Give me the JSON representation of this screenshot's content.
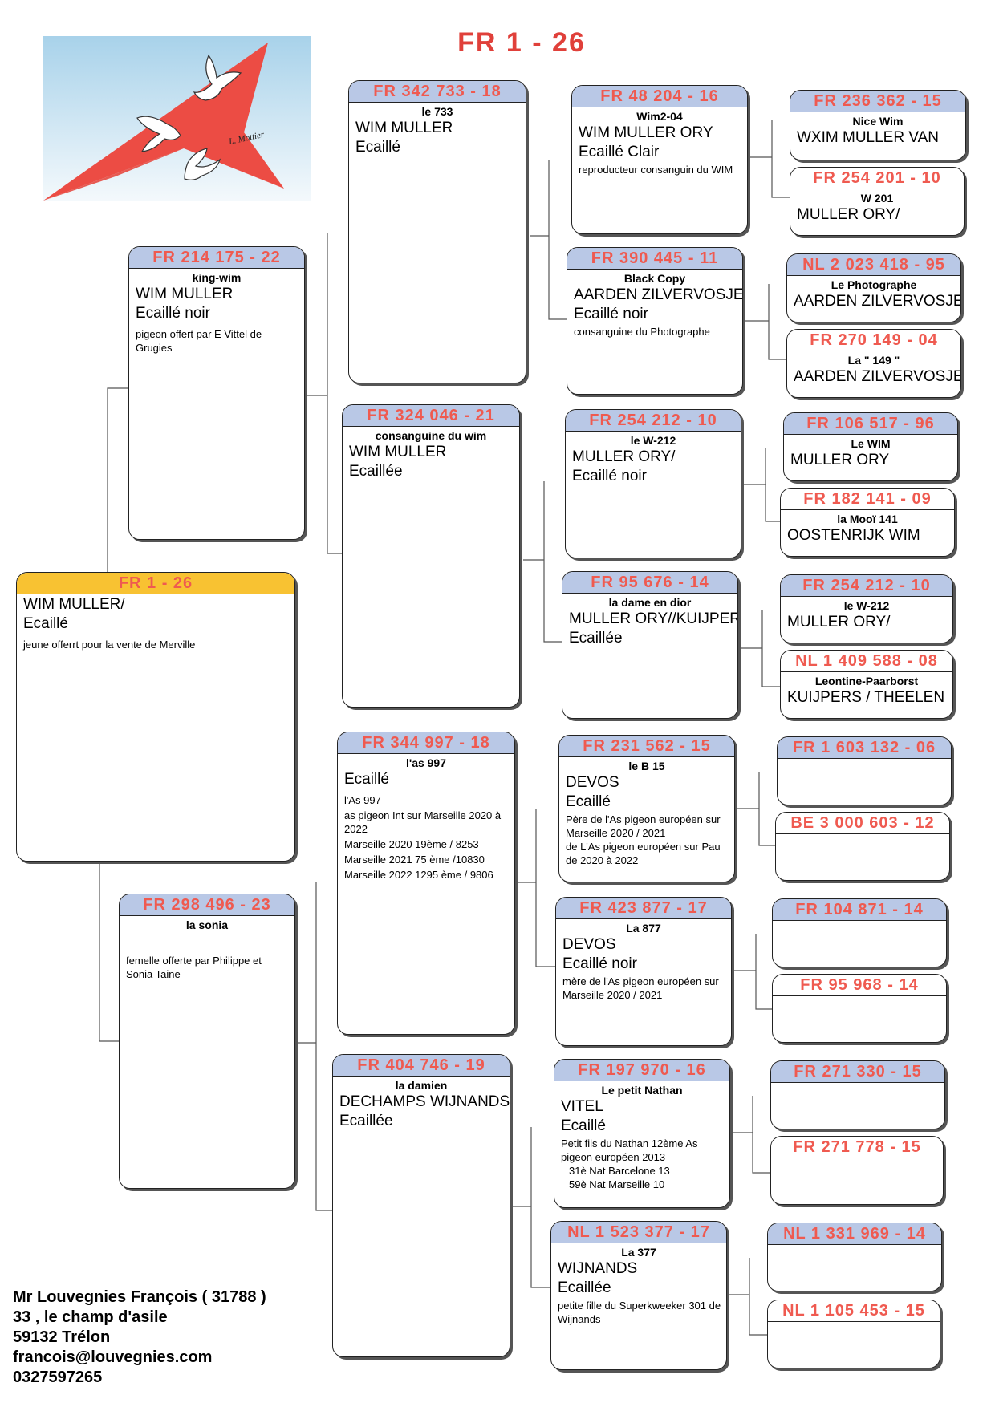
{
  "title": "FR 1 - 26",
  "logo": {
    "signature": "L. Mottier"
  },
  "owner": {
    "line1": "Mr Louvegnies François ( 31788 )",
    "line2": "33 , le champ d'asile",
    "line3": "59132 Trélon",
    "line4": "francois@louvegnies.com",
    "line5": "0327597265"
  },
  "subject": {
    "ring": "FR  1  -  26",
    "line1": "WIM MULLER/",
    "line2": "Ecaillé",
    "note": "jeune offerrt pour la vente de Merville"
  },
  "sire": {
    "ring": "FR  214 175  -  22",
    "name": "king-wim",
    "line1": "WIM MULLER",
    "line2": "Ecaillé noir",
    "note": "pigeon offert par E Vittel de Grugies"
  },
  "dam": {
    "ring": "FR  298 496  -  23",
    "name": "la sonia",
    "note": "femelle offerte par Philippe et Sonia Taine"
  },
  "ss": {
    "ring": "FR  342 733  -  18",
    "name": "le 733",
    "line1": "WIM MULLER",
    "line2": "Ecaillé"
  },
  "sd": {
    "ring": "FR  324 046  -  21",
    "name": "consanguine du wim",
    "line1": "WIM MULLER",
    "line2": "Ecaillée"
  },
  "ds": {
    "ring": "FR  344 997  -  18",
    "name": "l'as 997",
    "line1": "Ecaillé",
    "note1": "l'As 997",
    "note2": "as pigeon Int sur Marseille 2020 à 2022",
    "note3": "Marseille 2020  19ème / 8253",
    "note4": "Marseille 2021 75 ème  /10830",
    "note5": "Marseille 2022 1295 ème / 9806"
  },
  "dd": {
    "ring": "FR  404 746  -  19",
    "name": "la damien",
    "line1": "DECHAMPS  WIJNANDS",
    "line2": "Ecaillée"
  },
  "sss": {
    "ring": "FR  48 204  -  16",
    "name": "Wim2-04",
    "line1": "WIM MULLER  ORY",
    "line2": "Ecaillé Clair",
    "note": "reproducteur consanguin du WIM"
  },
  "ssd": {
    "ring": "FR  390 445  -  11",
    "name": "Black Copy",
    "line1": "AARDEN ZILVERVOSJE/A",
    "line2": "Ecaillé noir",
    "note": "consanguine du  Photographe"
  },
  "sds": {
    "ring": "FR  254 212  -  10",
    "name": "le W-212",
    "line1": "MULLER  ORY/",
    "line2": "Ecaillé noir"
  },
  "sdd": {
    "ring": "FR  95 676  -  14",
    "name": "la dame en dior",
    "line1": "MULLER  ORY//KUIJPERS",
    "line2": "Ecaillée"
  },
  "dss": {
    "ring": "FR  231 562  -  15",
    "name": "le B 15",
    "line1": "DEVOS",
    "line2": "Ecaillé",
    "note1": "Père de l'As pigeon européen sur Marseille 2020 / 2021",
    "note2": "de L'As pigeon européen sur Pau de 2020 à 2022"
  },
  "dsd": {
    "ring": "FR  423 877  -  17",
    "name": "La 877",
    "line1": "DEVOS",
    "line2": "Ecaillé noir",
    "note": "mère de l'As pigeon européen sur Marseille 2020 / 2021"
  },
  "dds": {
    "ring": "FR  197 970  -  16",
    "name": "Le petit Nathan",
    "line1": "VITEL",
    "line2": "Ecaillé",
    "note1": "Petit fils du Nathan 12ème As pigeon européen 2013",
    "note2": "31è Nat Barcelone 13",
    "note3": "59è Nat Marseille   10"
  },
  "ddd": {
    "ring": "NL  1 523 377  -  17",
    "name": "La 377",
    "line1": "WIJNANDS",
    "line2": "Ecaillée",
    "note": "petite fille du Superkweeker 301 de Wijnands"
  },
  "g1": {
    "ring": "FR  236 362  -  15",
    "name": "Nice Wim",
    "line1": "WXIM MULLER  VAN"
  },
  "g2": {
    "ring": "FR  254 201  -  10",
    "name": "W 201",
    "line1": "MULLER  ORY/"
  },
  "g3": {
    "ring": "NL  2 023 418  -  95",
    "name": "Le Photographe",
    "line1": "AARDEN ZILVERVOSJE"
  },
  "g4": {
    "ring": "FR  270 149  -  04",
    "name": "La \" 149 \"",
    "line1": "AARDEN ZILVERVOSJE/"
  },
  "g5": {
    "ring": "FR  106 517  -  96",
    "name": "Le WIM",
    "line1": "MULLER  ORY"
  },
  "g6": {
    "ring": "FR  182 141  -  09",
    "name": "la Mooï  141",
    "line1": "OOSTENRIJK  WIM"
  },
  "g7": {
    "ring": "FR  254 212  -  10",
    "name": "le W-212",
    "line1": "MULLER  ORY/"
  },
  "g8": {
    "ring": "NL  1 409 588  -  08",
    "name": "Leontine-Paarborst",
    "line1": "KUIJPERS / THEELEN"
  },
  "g9": {
    "ring": "FR  1 603 132  -  06"
  },
  "g10": {
    "ring": "BE  3 000 603  -  12"
  },
  "g11": {
    "ring": "FR  104 871  -  14"
  },
  "g12": {
    "ring": "FR  95 968  -  14"
  },
  "g13": {
    "ring": "FR  271 330  -  15"
  },
  "g14": {
    "ring": "FR  271 778  -  15"
  },
  "g15": {
    "ring": "NL  1 331 969  -  14"
  },
  "g16": {
    "ring": "NL  1 105 453  -  15"
  },
  "colors": {
    "ring_text": "#ef5a50",
    "ring_band": "#b9c8e6",
    "subject_band": "#f8c232",
    "title": "#e0403a"
  }
}
